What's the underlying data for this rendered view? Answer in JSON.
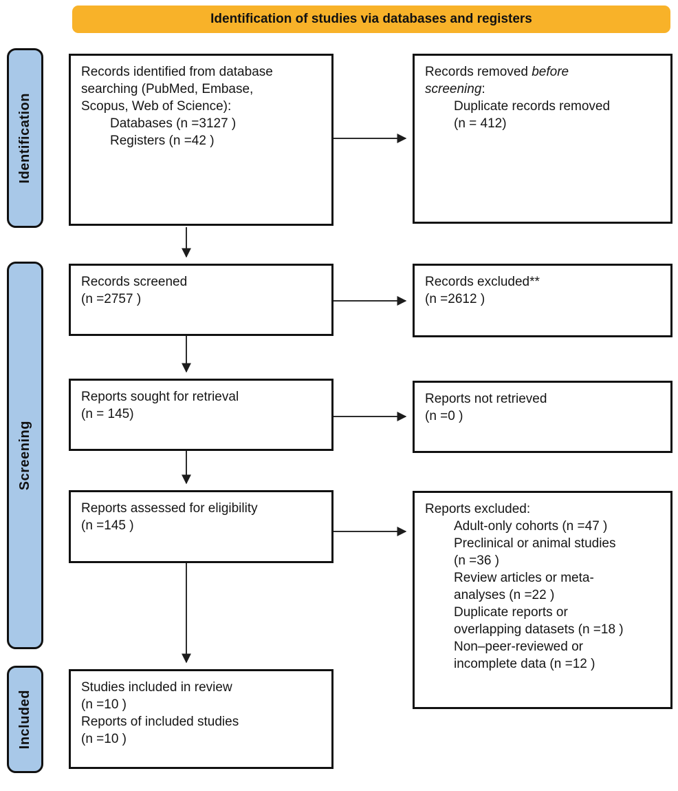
{
  "header": {
    "title": "Identification of studies via databases and registers"
  },
  "colors": {
    "header_bg": "#F8B229",
    "stage_bg": "#A8C8E8",
    "box_border": "#111111",
    "arrow": "#2b2b2b"
  },
  "stages": [
    {
      "label": "Identification"
    },
    {
      "label": "Screening"
    },
    {
      "label": "Included"
    }
  ],
  "boxes": {
    "identified": {
      "lines": [
        "Records identified from database",
        "searching (PubMed, Embase,",
        "Scopus, Web of Science):",
        "Databases (n =3127 )",
        "Registers (n =42 )"
      ]
    },
    "removed_before_screening": {
      "line1_plain": "Records removed ",
      "line1_italic": "before",
      "line2_italic": "screening",
      "line2_plain": ":",
      "lines": [
        "Duplicate records removed",
        "(n = 412)"
      ]
    },
    "screened": {
      "lines": [
        "Records screened",
        "(n =2757 )"
      ]
    },
    "records_excluded": {
      "lines": [
        "Records excluded**",
        "(n =2612 )"
      ]
    },
    "sought": {
      "lines": [
        "Reports sought for retrieval",
        "(n = 145)"
      ]
    },
    "not_retrieved": {
      "lines": [
        "Reports not retrieved",
        "(n =0 )"
      ]
    },
    "assessed": {
      "lines": [
        "Reports assessed for eligibility",
        "(n =145 )"
      ]
    },
    "reports_excluded": {
      "title": "Reports excluded:",
      "lines": [
        "Adult-only cohorts (n =47 )",
        "Preclinical or animal studies",
        "(n =36 )",
        "Review articles or meta-",
        "analyses (n =22 )",
        "Duplicate reports or",
        "overlapping datasets (n =18 )",
        "Non–peer-reviewed or",
        "incomplete data (n =12 )"
      ]
    },
    "included": {
      "lines": [
        "Studies included in review",
        "(n =10 )",
        "Reports of included studies",
        "(n =10 )"
      ]
    }
  }
}
